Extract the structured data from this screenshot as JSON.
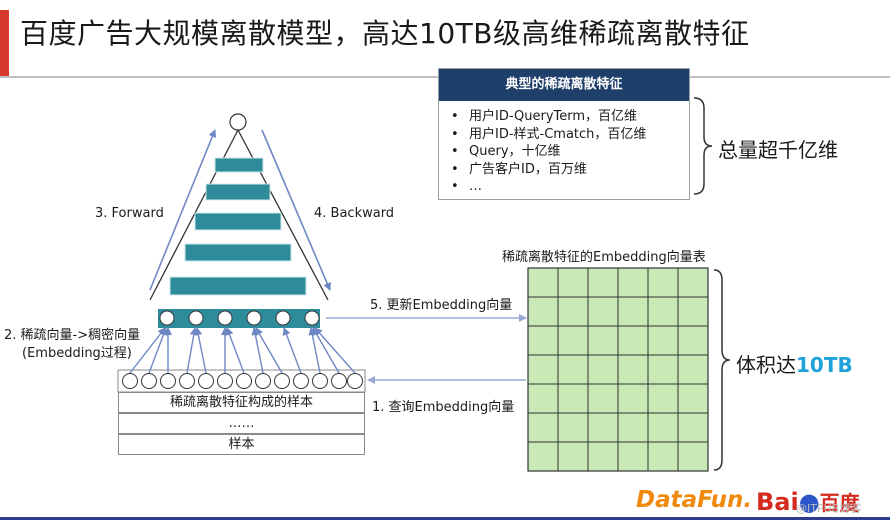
{
  "title": "百度广告大规模离散模型，高达10TB级高维稀疏离散特征",
  "feature_box": {
    "header": "典型的稀疏离散特征",
    "items": [
      "用户ID-QueryTerm，百亿维",
      "用户ID-样式-Cmatch，百亿维",
      "Query，十亿维",
      "广告客户ID，百万维",
      "…"
    ]
  },
  "total_label": "总量超千亿维",
  "forward_label": "3. Forward",
  "backward_label": "4. Backward",
  "sparse_to_dense_label": "2. 稀疏向量->稠密向量",
  "embedding_process_label": "(Embedding过程)",
  "update_label": "5. 更新Embedding向量",
  "query_label": "1. 查询Embedding向量",
  "table_title": "稀疏离散特征的Embedding向量表",
  "volume_prefix": "体积达",
  "volume_value": "10TB",
  "sample_rows": [
    "稀疏离散特征构成的样本",
    "……",
    "样本"
  ],
  "logos": {
    "datafun": "DataFun.",
    "baidu_prefix": "Bai",
    "baidu_suffix": "百度"
  },
  "watermark": "@ITPUB博客",
  "colors": {
    "accent": "#d63a2f",
    "header": "#1f3f6b",
    "layer": "#2e8b9a",
    "grid": "#c9eab6",
    "arrow": "#6f88c4",
    "highlight": "#1fa1d9"
  }
}
